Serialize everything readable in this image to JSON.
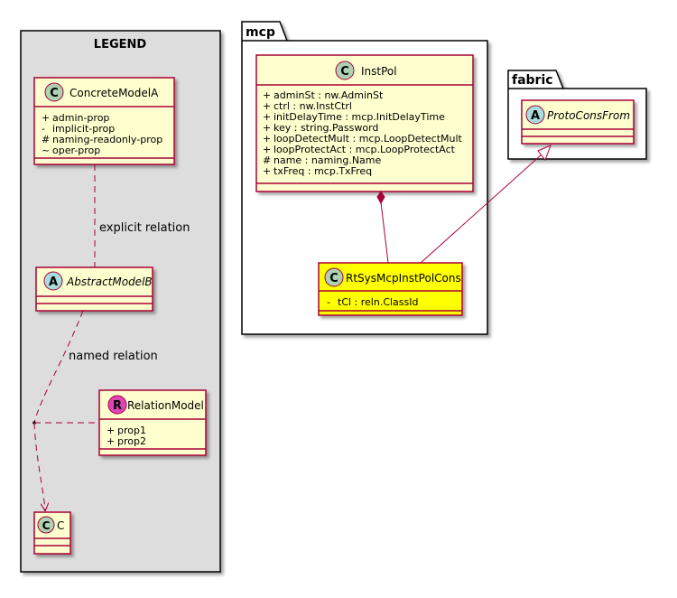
{
  "legend": {
    "title": "LEGEND",
    "concrete_model": {
      "stereotype": "C",
      "name": "ConcreteModelA",
      "attributes": [
        {
          "visibility": "+",
          "text": "admin-prop"
        },
        {
          "visibility": "-",
          "text": "implicit-prop"
        },
        {
          "visibility": "#",
          "text": "naming-readonly-prop"
        },
        {
          "visibility": "~",
          "text": "oper-prop"
        }
      ]
    },
    "explicit_relation_label": "explicit relation",
    "abstract_model": {
      "stereotype": "A",
      "name": "AbstractModelB"
    },
    "named_relation_label": "named relation",
    "relation_model": {
      "stereotype": "R",
      "name": "RelationModel",
      "attributes": [
        {
          "visibility": "+",
          "text": "prop1"
        },
        {
          "visibility": "+",
          "text": "prop2"
        }
      ]
    },
    "c_model": {
      "stereotype": "C",
      "name": "C"
    }
  },
  "packages": {
    "mcp": {
      "name": "mcp",
      "inst_pol": {
        "stereotype": "C",
        "name": "InstPol",
        "attributes": [
          {
            "visibility": "+",
            "text": "adminSt : nw.AdminSt"
          },
          {
            "visibility": "+",
            "text": "ctrl : nw.InstCtrl"
          },
          {
            "visibility": "+",
            "text": "initDelayTime : mcp.InitDelayTime"
          },
          {
            "visibility": "+",
            "text": "key : string.Password"
          },
          {
            "visibility": "+",
            "text": "loopDetectMult : mcp.LoopDetectMult"
          },
          {
            "visibility": "+",
            "text": "loopProtectAct : mcp.LoopProtectAct"
          },
          {
            "visibility": "#",
            "text": "name : naming.Name"
          },
          {
            "visibility": "+",
            "text": "txFreq : mcp.TxFreq"
          }
        ]
      },
      "rt_cons": {
        "stereotype": "C",
        "name": "RtSysMcpInstPolCons",
        "attributes": [
          {
            "visibility": "-",
            "text": "tCl : reln.ClassId"
          }
        ]
      }
    },
    "fabric": {
      "name": "fabric",
      "proto_cons_from": {
        "stereotype": "A",
        "name": "ProtoConsFrom"
      }
    }
  },
  "colors": {
    "class_fill": "#fefece",
    "class_border": "#a80036",
    "highlight_fill": "#ffff00",
    "legend_fill": "#dddddd",
    "stereo_c": "#add1b2",
    "stereo_a": "#a9dcdf",
    "stereo_r": "#dd44bb"
  }
}
